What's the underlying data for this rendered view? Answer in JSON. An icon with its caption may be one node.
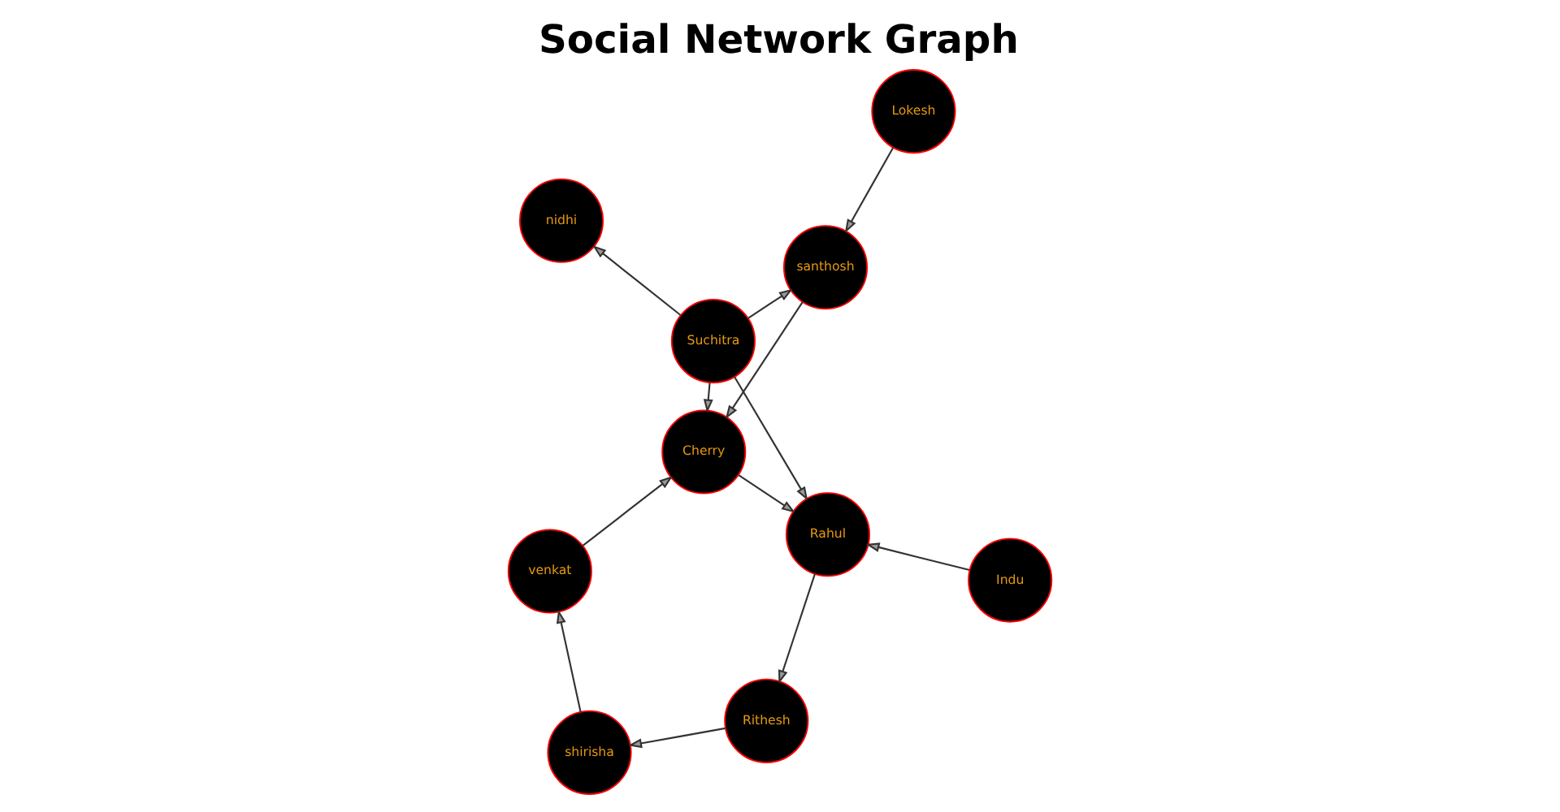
{
  "diagram": {
    "title": "Social Network Graph",
    "nodes": [
      {
        "text": [
          "nidhi"
        ]
      },
      {
        "text": [
          "Suchitra"
        ]
      },
      {
        "text": [
          "santhosh"
        ]
      },
      {
        "text": [
          "Cherry"
        ]
      },
      {
        "text": [
          "Lokesh"
        ]
      },
      {
        "text": [
          "Rahul"
        ]
      },
      {
        "text": [
          "venkat"
        ]
      },
      {
        "text": [
          "Indu"
        ]
      },
      {
        "text": [
          "Rithesh"
        ]
      },
      {
        "text": [
          "shirisha"
        ]
      }
    ],
    "edges": [
      {
        "from": 1,
        "to": 0,
        "arrow": "to"
      },
      {
        "from": 1,
        "to": 2,
        "arrow": "to"
      },
      {
        "from": 1,
        "to": 3,
        "arrow": "to"
      },
      {
        "from": 1,
        "to": 5,
        "arrow": "to"
      },
      {
        "from": 2,
        "to": 3,
        "arrow": "to"
      },
      {
        "from": 3,
        "to": 5,
        "arrow": "to"
      },
      {
        "from": 4,
        "to": 2,
        "arrow": "to"
      },
      {
        "from": 6,
        "to": 3,
        "arrow": "to"
      },
      {
        "from": 7,
        "to": 5,
        "arrow": "to"
      },
      {
        "from": 5,
        "to": 8,
        "arrow": "to"
      },
      {
        "from": 8,
        "to": 9,
        "arrow": "to"
      },
      {
        "from": 9,
        "to": 6,
        "arrow": "to"
      }
    ]
  }
}
